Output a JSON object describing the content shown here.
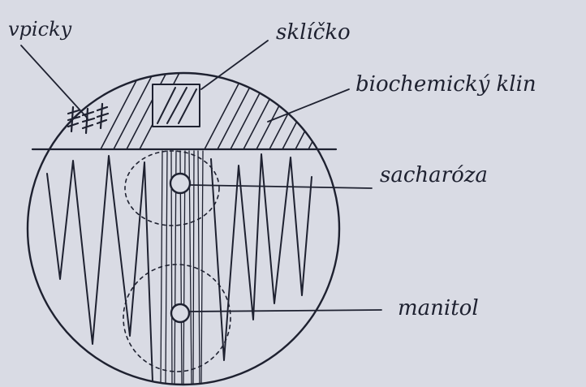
{
  "diagram": {
    "labels": {
      "vpicky": "vpicky",
      "sklicko": "sklíčko",
      "klin": "biochemický klin",
      "sacharoza": "sacharóza",
      "manitol": "manitol"
    },
    "colors": {
      "paper": "#d9dbe4",
      "ink": "#1e2130"
    }
  }
}
